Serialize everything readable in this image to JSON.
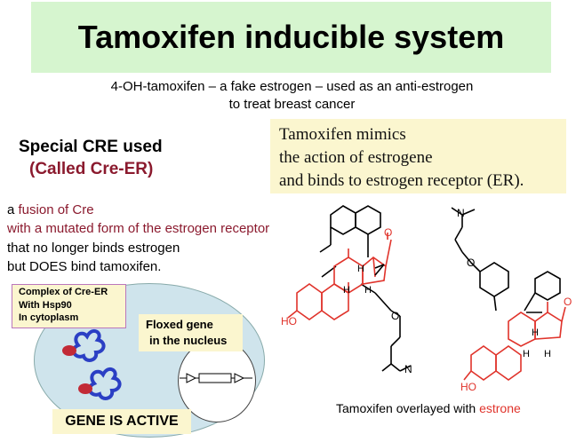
{
  "title": "Tamoxifen inducible system",
  "subtitle": {
    "line1": "4-OH-tamoxifen – a fake estrogen – used as an anti-estrogen",
    "line2": "to treat breast cancer"
  },
  "special_cre": {
    "line1": "Special CRE used",
    "line2": "(Called Cre-ER)"
  },
  "mimic_box": {
    "line1": "Tamoxifen mimics",
    "line2": "the action of estrogene",
    "line3": "and binds to estrogen receptor (ER)."
  },
  "fusion": {
    "line1_prefix": "a ",
    "line1_highlight": "fusion of Cre",
    "line2": "with a mutated form of the estrogen receptor",
    "line3": "that no longer binds estrogen",
    "line4": "but DOES bind tamoxifen."
  },
  "complex_label": {
    "line1": "Complex of Cre-ER",
    "line2": "With Hsp90",
    "line3": "In cytoplasm"
  },
  "floxed_label": {
    "line1": "Floxed gene",
    "line2": "in the nucleus"
  },
  "gene_active": "GENE IS ACTIVE",
  "molecule_labels": {
    "o_top": "O",
    "ho_left": "HO",
    "n_bottom": "N",
    "n_top": "N",
    "o_mid": "O",
    "o_right": "O",
    "ho_right": "HO",
    "h": "H"
  },
  "caption": {
    "prefix": "Tamoxifen overlayed with ",
    "highlight": "estrone"
  },
  "colors": {
    "title_bg": "#d6f5cf",
    "note_bg": "#fbf6cf",
    "accent_red": "#8b1a2e",
    "estrone_red": "#e0332b",
    "cell_fill": "#cfe4ec",
    "protein_blue": "#2b3fc4"
  }
}
